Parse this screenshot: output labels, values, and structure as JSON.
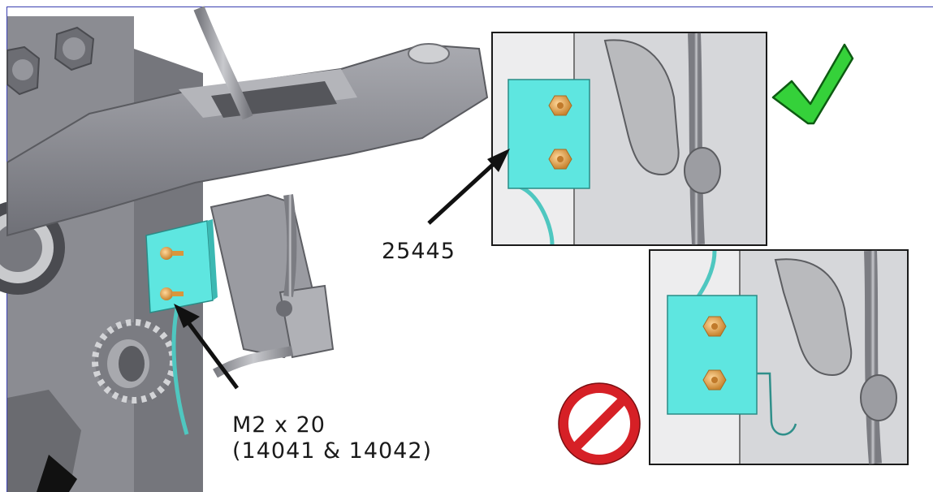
{
  "labels": {
    "part_number": "25445",
    "screw_size": "M2 x 20",
    "screw_parts": "(14041 & 14042)"
  },
  "icons": {
    "correct": "green-checkmark-icon",
    "incorrect": "red-prohibited-icon"
  },
  "colors": {
    "bracket": "#5ee6e0",
    "check": "#35d13a",
    "prohibit": "#d62026",
    "metal": "#8f9096",
    "arrow": "#111111"
  }
}
